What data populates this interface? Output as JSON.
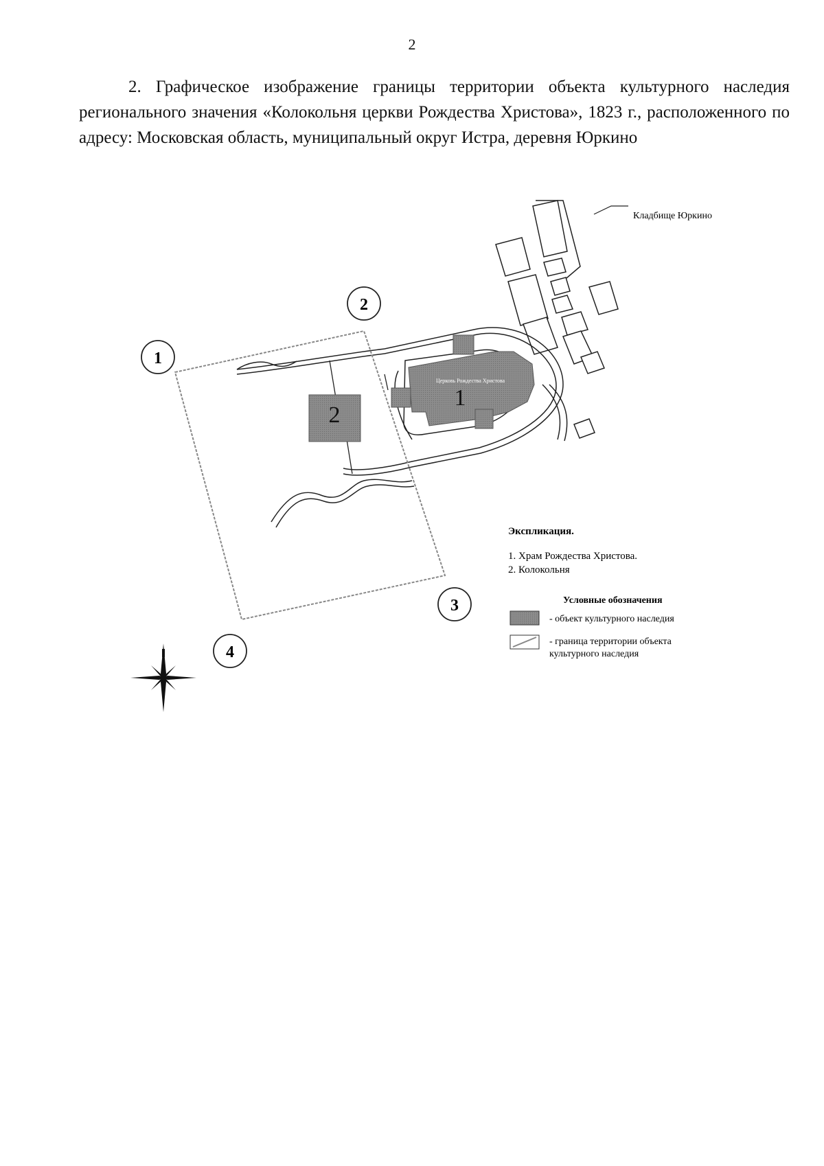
{
  "page": {
    "number": "2",
    "paragraph": "2. Графическое изображение границы территории объекта культурного наследия регионального значения «Колокольня церкви Рождества Христова», 1823 г., расположенного по адресу: Московская область, муниципальный округ Истра, деревня Юркино"
  },
  "map": {
    "cemetery_label": "Кладбище Юркино",
    "church_caption": "Церковь Рождества Христова",
    "object_labels": [
      "1",
      "2"
    ],
    "boundary_points": [
      "1",
      "2",
      "3",
      "4"
    ],
    "object_color": "#8c8c8c",
    "boundary_color": "#888888"
  },
  "explication": {
    "title": "Экспликация.",
    "items": [
      "1. Храм Рождества Христова.",
      "2. Колокольня"
    ]
  },
  "legend": {
    "title": "Условные обозначения",
    "object_text": "- объект культурного наследия",
    "boundary_text_line1": "- граница территории объекта",
    "boundary_text_line2": "культурного наследия"
  }
}
